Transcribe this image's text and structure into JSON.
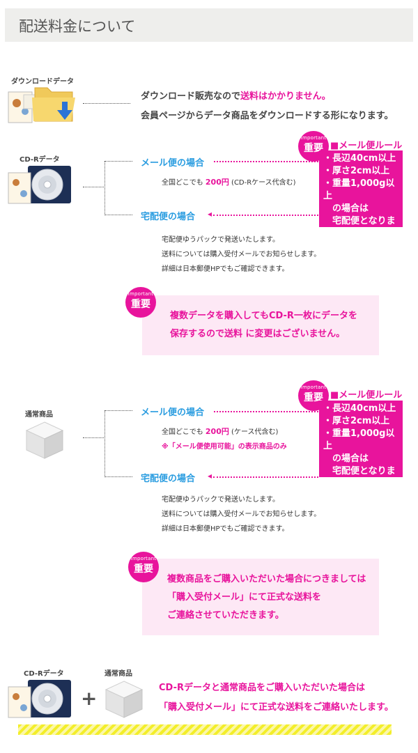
{
  "header": {
    "title": "配送料金について"
  },
  "download": {
    "label": "ダウンロードデータ",
    "line1_prefix": "ダウンロード販売なので",
    "line1_highlight": "送料はかかりません。",
    "line2": "会員ページからデータ商品をダウンロードする形になります。"
  },
  "cdr": {
    "label": "CD-Rデータ",
    "mail_head": "メール便の場合",
    "mail_prefix": "全国どこでも ",
    "mail_price": "200円",
    "mail_note": " (CD-Rケース代含む)",
    "takuhai_head": "宅配便の場合",
    "takuhai_lines": [
      "宅配便ゆうパックで発送いたします。",
      "送料については購入受付メールでお知らせします。",
      "詳細は日本郵便HPでもご確認できます。"
    ],
    "important": {
      "en": "important",
      "jp": "重要",
      "line1": "複数データを購入してもCD-R一枚にデータを",
      "line2": "保存するので送料 に変更はございません。"
    }
  },
  "mail_rule": {
    "title": "■メール便ルール",
    "lines": [
      "・長辺40cm以上",
      "・厚さ2cm以上",
      "・重量1,000g以上",
      "　の場合は",
      "　宅配便となります。"
    ]
  },
  "normal": {
    "label": "通常商品",
    "mail_head": "メール便の場合",
    "mail_prefix": "全国どこでも ",
    "mail_price": "200円",
    "mail_note": " (ケース代含む)",
    "mail_caution": "※「メール便使用可能」の表示商品のみ",
    "takuhai_head": "宅配便の場合",
    "takuhai_lines": [
      "宅配便ゆうパックで発送いたします。",
      "送料については購入受付メールでお知らせします。",
      "詳細は日本郵便HPでもご確認できます。"
    ],
    "important": {
      "en": "important",
      "jp": "重要",
      "line1": "複数商品をご購入いただいた場合につきましては",
      "line2": "「購入受付メール」にて正式な送料を",
      "line3": "ご連絡させていただきます。"
    }
  },
  "combo": {
    "cdr_label": "CD-Rデータ",
    "plus": "+",
    "normal_label": "通常商品",
    "line1": "CD-Rデータと通常商品をご購入いただいた場合は",
    "line2": "「購入受付メール」にて正式な送料をご連絡いたします。"
  },
  "colors": {
    "accent": "#e8149c",
    "heading_blue": "#2b9de0",
    "pink_bg": "#fde8f5",
    "header_bg": "#eeeeec"
  }
}
